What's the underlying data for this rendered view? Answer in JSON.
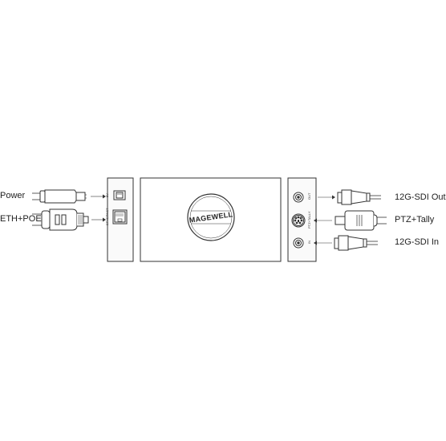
{
  "left_labels": {
    "power": "Power",
    "eth": "ETH+POE"
  },
  "right_labels": {
    "sdi_out": "12G-SDI Out",
    "ptz": "PTZ+Tally",
    "sdi_in": "12G-SDI In"
  },
  "device": {
    "logo": "MAGEWELL",
    "port_power": "5V",
    "port_eth": "ETHERNET",
    "port_out": "OUT",
    "port_ptz": "PTZ+TALLY",
    "port_in": "IN"
  },
  "colors": {
    "stroke": "#333333",
    "panel_fill": "#fafafa",
    "body_fill": "#ffffff"
  }
}
